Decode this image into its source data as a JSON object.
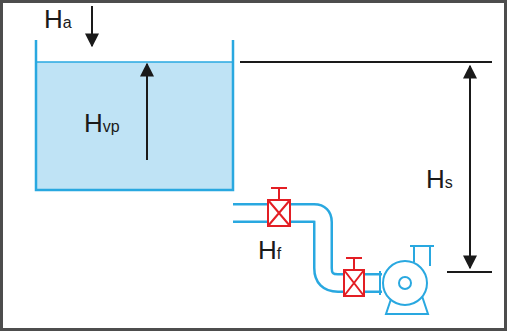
{
  "diagram": {
    "labels": [
      "Ha",
      "Hvp",
      "Hf",
      "Hs"
    ]
  }
}
